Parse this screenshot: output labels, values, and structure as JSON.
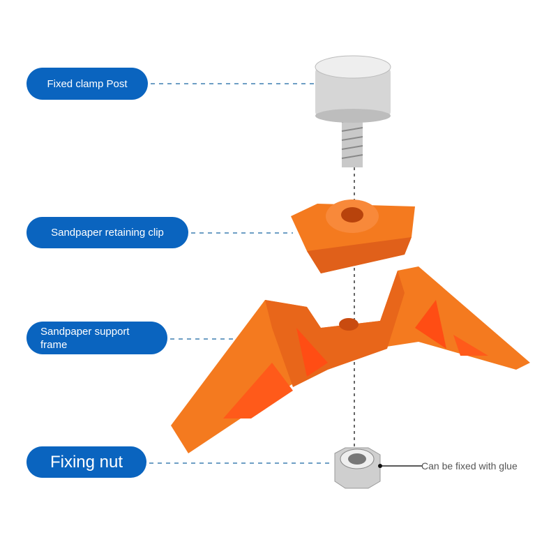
{
  "labels": {
    "clamp_post": "Fixed clamp Post",
    "retaining_clip": "Sandpaper retaining clip",
    "support_frame": "Sandpaper support frame",
    "fixing_nut": "Fixing nut"
  },
  "note": "Can be fixed with glue",
  "colors": {
    "pill": "#0a64bf",
    "part": "#f47a1f",
    "leader": "#2e6f9e"
  }
}
